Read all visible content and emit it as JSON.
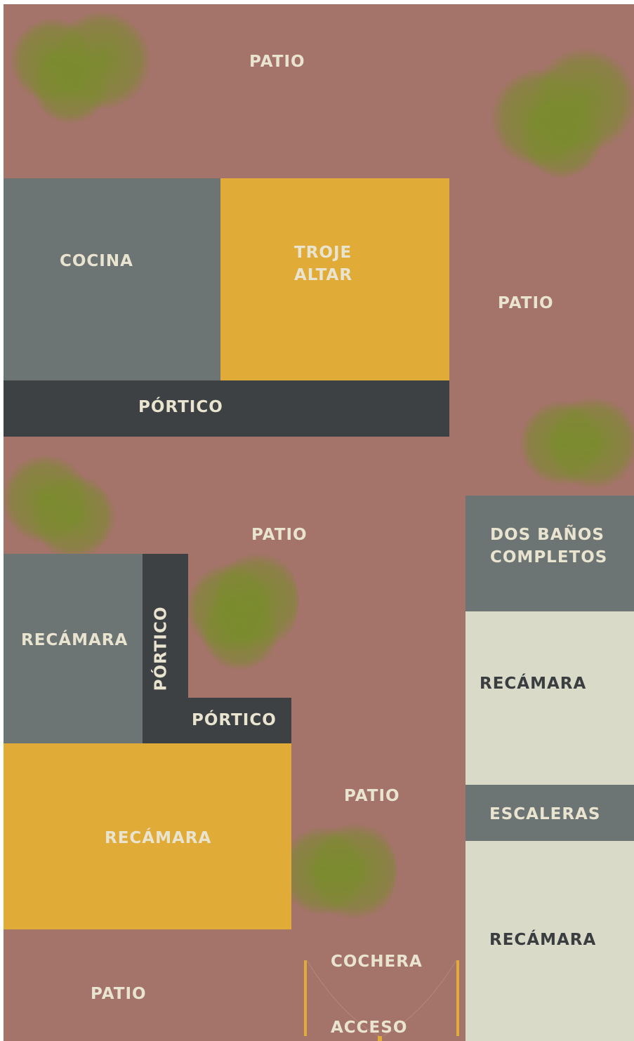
{
  "colors": {
    "patio": "#a4736a",
    "gray_room": "#6d7474",
    "yellow_room": "#e1ab38",
    "dark_portico": "#3e4144",
    "light_room": "#d9dac8",
    "label_light": "#e9e4cf",
    "label_dark": "#3b3e40",
    "tree": "#7a8b2d"
  },
  "labels": {
    "patio_top": "PATIO",
    "patio_right": "PATIO",
    "patio_middle": "PATIO",
    "patio_lower": "PATIO",
    "patio_bottom": "PATIO",
    "cocina": "COCINA",
    "troje_altar": "TROJE\nALTAR",
    "portico_main": "PÓRTICO",
    "portico_vertical": "PÓRTICO",
    "portico_small": "PÓRTICO",
    "recamara_left": "RECÁMARA",
    "recamara_yellow": "RECÁMARA",
    "banos": "DOS BAÑOS\nCOMPLETOS",
    "recamara_right_upper": "RECÁMARA",
    "escaleras": "ESCALERAS",
    "recamara_right_lower": "RECÁMARA",
    "cochera": "COCHERA",
    "acceso": "ACCESO"
  }
}
